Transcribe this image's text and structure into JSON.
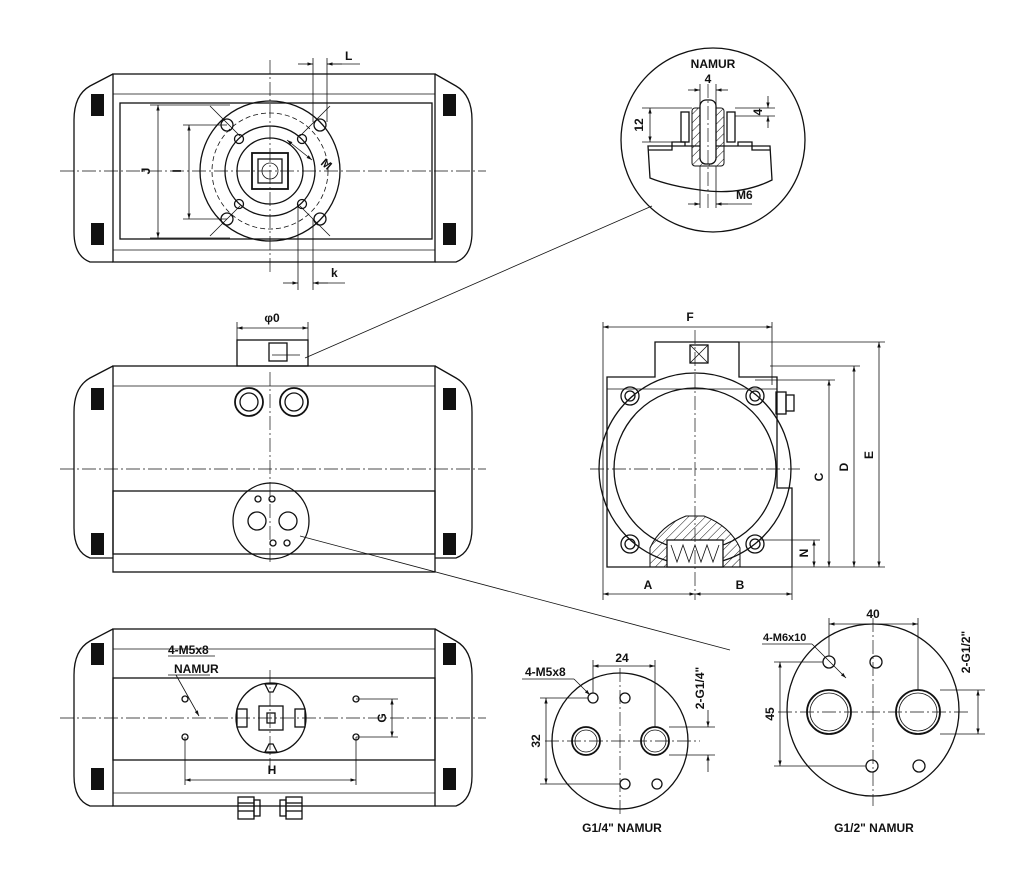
{
  "labels": {
    "L": "L",
    "J": "J",
    "I": "I",
    "M": "M",
    "k": "k",
    "namur_top": "NAMUR",
    "w4": "4",
    "d12": "12",
    "d4": "4",
    "m6": "M6",
    "phi0": "φ0",
    "F": "F",
    "C": "C",
    "D": "D",
    "E": "E",
    "N": "N",
    "A": "A",
    "B": "B",
    "m5x8_bottom": "4-M5x8",
    "namur_bottom": "NAMUR",
    "G": "G",
    "H": "H",
    "m5x8_small": "4-M5x8",
    "d24": "24",
    "d32": "32",
    "g14_port": "2-G1/4\"",
    "caption_small": "G1/4\" NAMUR",
    "m6x10": "4-M6x10",
    "d40": "40",
    "d45": "45",
    "g12_port": "2-G1/2\"",
    "caption_large": "G1/2\" NAMUR"
  }
}
